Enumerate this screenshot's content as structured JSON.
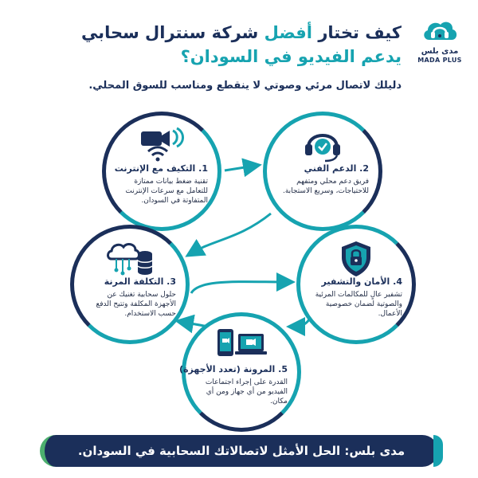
{
  "brand": {
    "name_ar": "مدى بلس",
    "name_en": "MADA PLUS"
  },
  "header": {
    "title_part1": "كيف تختار ",
    "title_accent": "أفضل",
    "title_part2": " شركة سنترال سحابي",
    "title_line2": "يدعم الفيديو في السودان؟",
    "subtitle": "دليلك لاتصال مرئي وصوتي لا ينقطع ومناسب للسوق المحلي."
  },
  "steps": [
    {
      "title": "1. التكيف مع الإنترنت",
      "desc": "تقنية ضغط بيانات ممتازة للتعامل مع سرعات الإنترنت المتفاوتة في السودان.",
      "icon": "video-wifi-icon"
    },
    {
      "title": "2. الدعم الفني",
      "desc": "فريق دعم محلي ومتفهم للاحتياجات، وسريع الاستجابة.",
      "icon": "headset-check-icon"
    },
    {
      "title": "3. التكلفة المرنة",
      "desc": "حلول سحابية تغنيك عن الأجهزة المكلفة وتتيح الدفع حسب الاستخدام.",
      "icon": "cloud-database-icon"
    },
    {
      "title": "4. الأمان والتشفير",
      "desc": "تشفير عالٍ للمكالمات المرئية والصوتية لضمان خصوصية الأعمال.",
      "icon": "shield-lock-icon"
    },
    {
      "title": "5. المرونة (تعدد الأجهزة)",
      "desc": "القدرة على إجراء اجتماعات الفيديو من أي جهاز ومن أي مكان.",
      "icon": "devices-video-icon"
    }
  ],
  "footer": {
    "text": "مدى بلس: الحل الأمثل لاتصالاتك السحابية في السودان."
  },
  "colors": {
    "navy": "#1b2f5a",
    "teal": "#16a3b0",
    "green": "#4caf6e"
  }
}
